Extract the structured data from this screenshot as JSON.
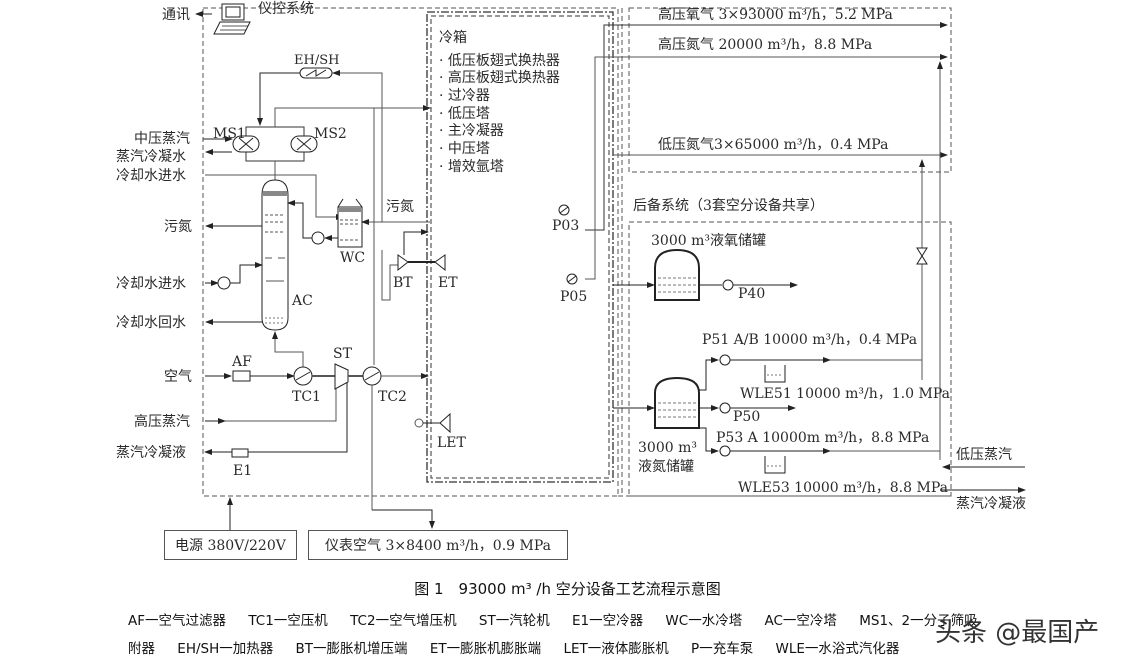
{
  "left_labels": {
    "comm": "通讯",
    "mp_steam": "中压蒸汽",
    "steam_condensate_water": "蒸汽冷凝水",
    "cooling_water_in_1": "冷却水进水",
    "waste_nitrogen": "污氮",
    "cooling_water_in_2": "冷却水进水",
    "cooling_water_return": "冷却水回水",
    "air": "空气",
    "hp_steam": "高压蒸汽",
    "steam_condensate_liquid": "蒸汽冷凝液"
  },
  "equipment": {
    "control_system": "仪控系统",
    "eh_sh": "EH/SH",
    "ms1": "MS1",
    "ms2": "MS2",
    "ac": "AC",
    "wc": "WC",
    "af": "AF",
    "tc1": "TC1",
    "st": "ST",
    "tc2": "TC2",
    "e1": "E1",
    "bt": "BT",
    "et": "ET",
    "let": "LET",
    "p03": "P03",
    "p05": "P05",
    "p40": "P40",
    "p50": "P50",
    "waste_n2_mid": "污氮"
  },
  "cold_box": {
    "title": "冷箱",
    "items": [
      "低压板翅式换热器",
      "高压板翅式换热器",
      "过冷器",
      "低压塔",
      "主冷凝器",
      "中压塔",
      "增效氩塔"
    ]
  },
  "products": {
    "hp_oxygen": "高压氧气 3×93000 m³/h，5.2 MPa",
    "hp_nitrogen": "高压氮气 20000 m³/h，8.8 MPa",
    "lp_nitrogen": "低压氮气3×65000 m³/h，0.4 MPa"
  },
  "backup": {
    "title": "后备系统（3套空分设备共享）",
    "lox_tank": "3000 m³液氧储罐",
    "lin_tank_line1": "3000 m³",
    "lin_tank_line2": "液氮储罐",
    "p51": "P51 A/B 10000 m³/h，0.4 MPa",
    "wle51": "WLE51 10000 m³/h，1.0 MPa",
    "p53": "P53 A 10000m m³/h，8.8 MPa",
    "wle53": "WLE53 10000 m³/h，8.8 MPa",
    "lp_steam": "低压蒸汽",
    "steam_condensate": "蒸汽冷凝液"
  },
  "utilities": {
    "power": "电源 380V/220V",
    "instrument_air": "仪表空气 3×8400 m³/h，0.9 MPa"
  },
  "caption": "图 1　93000 m³ /h 空分设备工艺流程示意图",
  "legend": {
    "line1": [
      "AF一空气过滤器",
      "TC1一空压机",
      "TC2一空气增压机",
      "ST一汽轮机",
      "E1一空冷器",
      "WC一水冷塔",
      "AC一空冷塔",
      "MS1、2一分子筛吸"
    ],
    "line2": [
      "附器",
      "EH/SH一加热器",
      "BT一膨胀机增压端",
      "ET一膨胀机膨胀端",
      "LET一液体膨胀机",
      "P一充车泵",
      "WLE一水浴式汽化器"
    ]
  },
  "watermark": "头条 @最国产"
}
